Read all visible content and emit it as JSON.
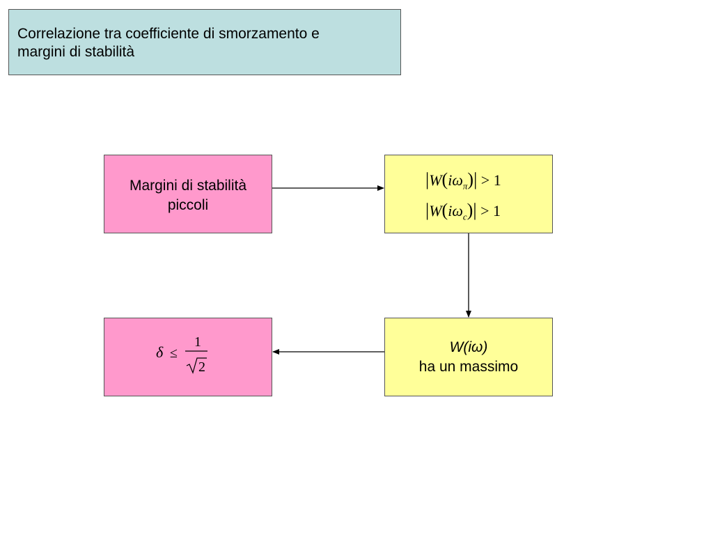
{
  "title": {
    "line1": "Correlazione tra coefficiente di smorzamento e",
    "line2": "margini di stabilità"
  },
  "boxes": {
    "top_left": {
      "line1": "Margini di stabilità",
      "line2": "piccoli"
    },
    "top_right": {
      "formula1": {
        "func": "W",
        "var": "i",
        "omega": "ω",
        "sub": "π",
        "op": ">",
        "rhs": "1"
      },
      "formula2": {
        "func": "W",
        "var": "i",
        "omega": "ω",
        "sub": "c",
        "op": ">",
        "rhs": "1"
      }
    },
    "bottom_right": {
      "line1": "W(iω)",
      "line2": "ha un massimo"
    },
    "bottom_left": {
      "lhs": "δ",
      "op": "≤",
      "numerator": "1",
      "radicand": "2"
    }
  },
  "colors": {
    "title_bg": "#bddfe0",
    "pink": "#ff99cc",
    "yellow": "#ffff99",
    "arrow": "#000000"
  }
}
